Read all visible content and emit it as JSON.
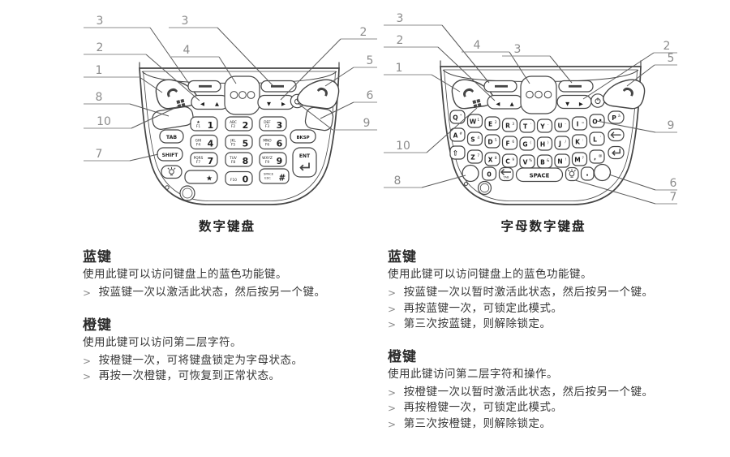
{
  "ui": {
    "bullet": ">"
  },
  "captions": {
    "numeric": "数字键盘",
    "alpha": "字母数字键盘"
  },
  "glyphs": {
    "left": "◀",
    "up": "▲",
    "down": "▼",
    "right": "▶"
  },
  "sections": {
    "left": {
      "blue": {
        "heading": "蓝键",
        "desc": "使用此键可以访问键盘上的蓝色功能键。",
        "bullets": [
          "按蓝键一次以激活此状态，然后按另一个键。"
        ]
      },
      "orange": {
        "heading": "橙键",
        "desc": "使用此键可以访问第二层字符。",
        "bullets": [
          "按橙键一次，可将键盘锁定为字母状态。",
          "再按一次橙键，可恢复到正常状态。"
        ]
      }
    },
    "right": {
      "blue": {
        "heading": "蓝键",
        "desc": "使用此键可以访问键盘上的蓝色功能键。",
        "bullets": [
          "按蓝键一次以暂时激活此状态，然后按另一个键。",
          "再按蓝键一次，可锁定此模式。",
          "第三次按蓝键，则解除锁定。"
        ]
      },
      "orange": {
        "heading": "橙键",
        "desc": "使用此键访问第二层字符和操作。",
        "bullets": [
          "按橙键一次以暂时激活此状态，然后按另一个键。",
          "再按橙键一次，可锁定此模式。",
          "第三次按橙键，则解除锁定。"
        ]
      }
    }
  },
  "numeric_keypad": {
    "callouts": [
      "3",
      "3",
      "2",
      "4",
      "1",
      "2",
      "5",
      "8",
      "6",
      "10",
      "9",
      "7"
    ],
    "keys": {
      "tab": "TAB",
      "shift": "SHIFT",
      "bksp": "BKSP",
      "ent": "ENT",
      "star": "★",
      "hash": "#",
      "space_sub": "SPACE",
      "esc_sub": "ESC",
      "f10": "F10",
      "zero": "0"
    },
    "digit_keys": [
      {
        "sub": "★",
        "fn": "F1",
        "d": "1"
      },
      {
        "sub": "ABC",
        "fn": "F2",
        "d": "2"
      },
      {
        "sub": "DEF",
        "fn": "F3",
        "d": "3"
      },
      {
        "sub": "GHI",
        "fn": "F4",
        "d": "4"
      },
      {
        "sub": "JKL",
        "fn": "F5",
        "d": "5"
      },
      {
        "sub": "MNO",
        "fn": "F6",
        "d": "6"
      },
      {
        "sub": "PQRS",
        "fn": "F7",
        "d": "7"
      },
      {
        "sub": "TUV",
        "fn": "F8",
        "d": "8"
      },
      {
        "sub": "WXYZ",
        "fn": "F9",
        "d": "9"
      }
    ],
    "icons": [
      "phone-talk-icon",
      "windows-flag-icon",
      "softkey-bar-icon",
      "scroll-left-up-icon",
      "speaker-dots-icon",
      "scroll-down-right-icon",
      "power-icon",
      "phone-end-icon",
      "backlight-lamp-icon",
      "mic-ring-icon",
      "led-dot"
    ]
  },
  "alpha_keypad": {
    "callouts": [
      "3",
      "2",
      "1",
      "4",
      "3",
      "2",
      "5",
      "9",
      "10",
      "8",
      "6",
      "7"
    ],
    "rows": [
      [
        "Q*",
        "W1",
        "E2",
        "R3",
        "T'",
        "Y-",
        "U-",
        "I=",
        "O▪",
        "Pä"
      ],
      [
        "A#",
        "S4",
        "D5",
        "F6",
        "G(",
        "H)",
        "J/",
        "K:",
        "L'"
      ],
      [
        "⇧",
        "Z7",
        "X8",
        "C9",
        "V%",
        "B&",
        "N!",
        "M?",
        ",@"
      ]
    ],
    "bottom": {
      "zero": "0",
      "tab": "TAB",
      "space": "SPACE",
      "dot": "."
    },
    "icons": [
      "phone-talk-icon",
      "windows-flag-icon",
      "speaker-dots-icon",
      "power-icon",
      "phone-end-icon",
      "shift-icon",
      "backspace-icon",
      "enter-icon",
      "backlight-lamp-icon",
      "mic-ring-icon",
      "led-dot"
    ]
  },
  "colors": {
    "line": "#454545",
    "callout": "#8c8c8c",
    "leader": "#5a5a5a",
    "text": "#383838",
    "key_text": "#1d1d1d"
  }
}
